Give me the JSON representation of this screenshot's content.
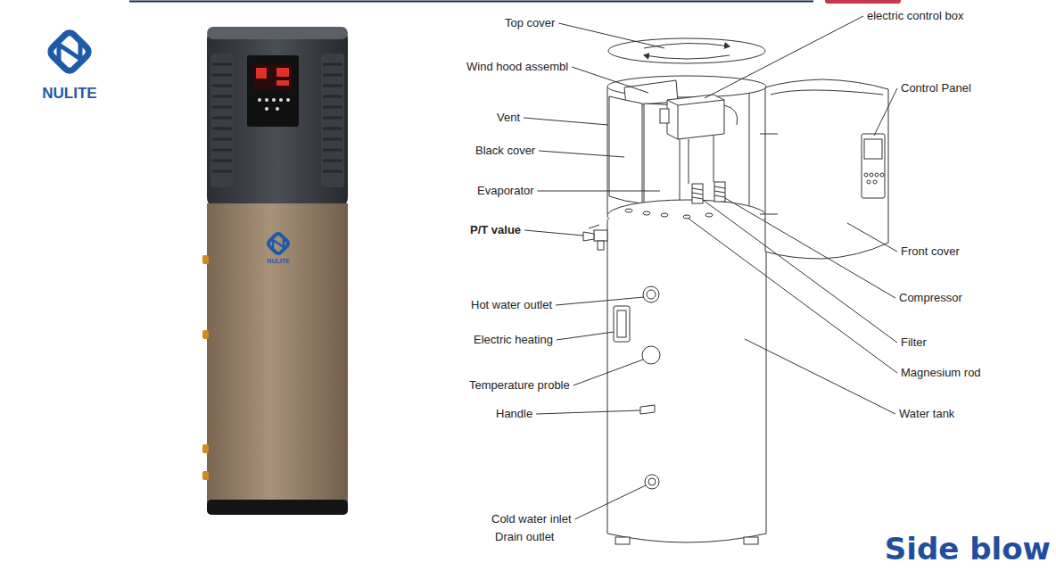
{
  "diagram": {
    "caption": "Side blow",
    "labels": [
      "NULITE",
      "NULITE",
      "Top cover",
      "Wind hood assembl",
      "Vent",
      "Black cover",
      "Evaporator",
      "P/T value",
      "Hot water outlet",
      "Electric heating",
      "Temperature proble",
      "Handle",
      "Cold water inlet",
      "Drain outlet",
      "electric control box",
      "Control Panel",
      "Front cover",
      "Compressor",
      "Filter",
      "Magnesium rod",
      "Water tank"
    ]
  }
}
